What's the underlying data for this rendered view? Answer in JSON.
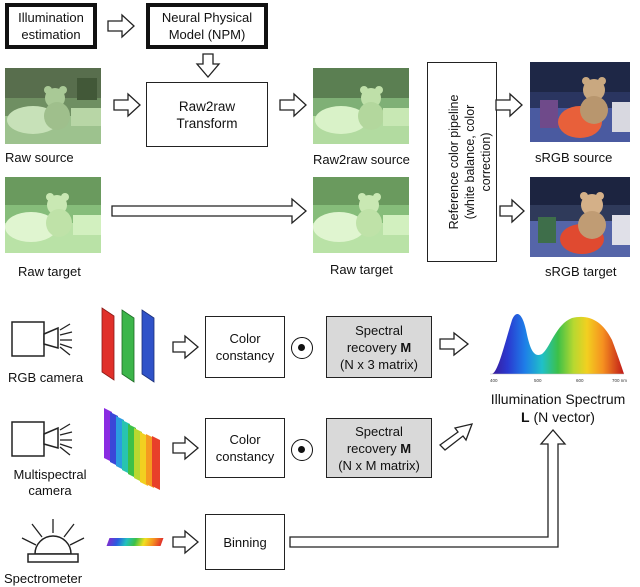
{
  "top": {
    "illumination_estimation": "Illumination\nestimation",
    "npm": "Neural Physical\nModel (NPM)",
    "raw2raw_transform": "Raw2raw\nTransform",
    "reference_pipeline": "Reference color pipeline\n(white balance, color\ncorrection)",
    "labels": {
      "raw_source": "Raw source",
      "raw2raw_source": "Raw2raw source",
      "srgb_source": "sRGB source",
      "raw_target_left": "Raw target",
      "raw_target_mid": "Raw target",
      "srgb_target": "sRGB target"
    }
  },
  "bottom": {
    "rgb_camera": "RGB camera",
    "multispectral_camera": "Multispectral\ncamera",
    "spectrometer": "Spectrometer",
    "color_constancy_1": "Color\nconstancy",
    "color_constancy_2": "Color\nconstancy",
    "binning": "Binning",
    "spectral_1_title": "Spectral\nrecovery ",
    "spectral_1_bold": "M",
    "spectral_1_sub": "(N x 3 matrix)",
    "spectral_2_title": "Spectral\nrecovery ",
    "spectral_2_bold": "M",
    "spectral_2_sub": "(N x M matrix)",
    "illum_title": "Illumination Spectrum",
    "illum_bold": "L",
    "illum_sub": " (N vector)",
    "spectrum_ticks": [
      "400",
      "500",
      "600",
      "700 nm"
    ]
  },
  "colors": {
    "raw_green": "#8dc58a",
    "gray_box": "#d9d9d9"
  }
}
